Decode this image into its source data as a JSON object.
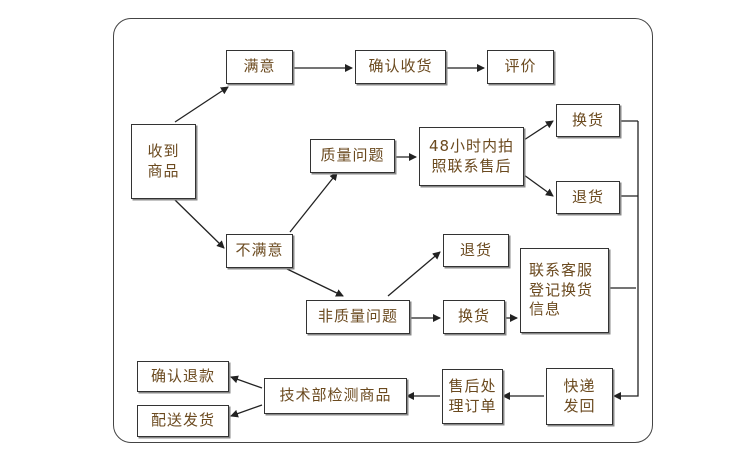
{
  "nodes": {
    "received": "收到\n商品",
    "satisfied": "满意",
    "confirm_receipt": "确认收货",
    "review": "评价",
    "quality_issue": "质量问题",
    "contact_48h": "48小时内拍\n照联系售后",
    "exchange_top": "换货",
    "return_top": "退货",
    "not_satisfied": "不满意",
    "non_quality_issue": "非质量问题",
    "return_mid": "退货",
    "exchange_mid": "换货",
    "register_exchange": "联系客服\n登记换货\n信息",
    "express_return": "快递\n发回",
    "aftersale_order": "售后处\n理订单",
    "tech_inspect": "技术部检测商品",
    "confirm_refund": "确认退款",
    "ship_goods": "配送发货"
  }
}
